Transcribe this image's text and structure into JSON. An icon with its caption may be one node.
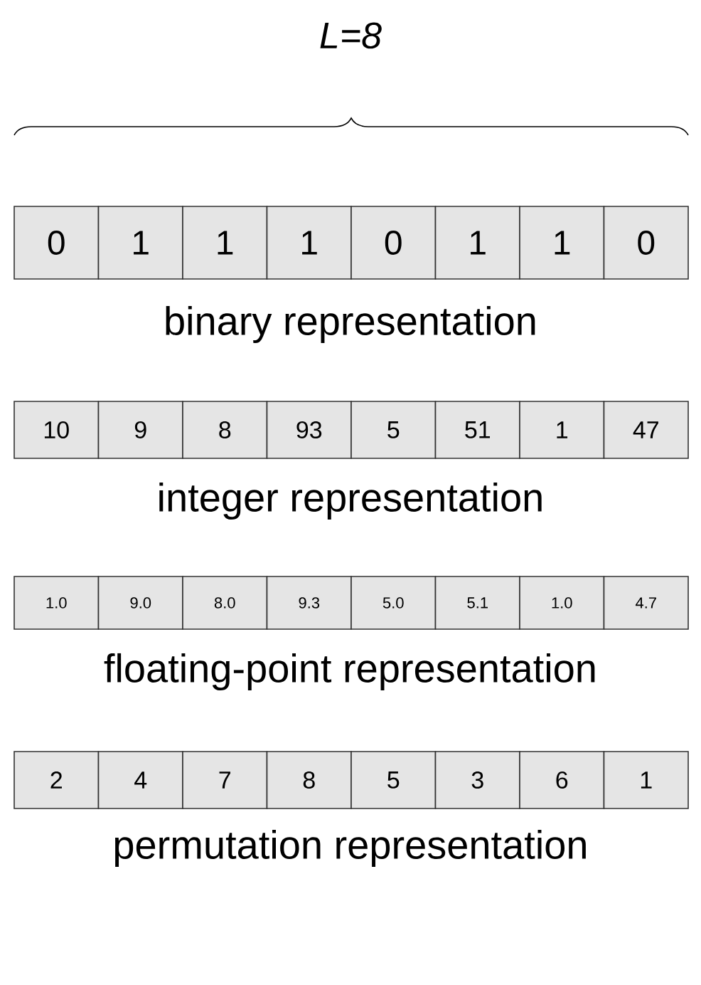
{
  "diagram": {
    "nodes": [
      {
        "text": [
          "0"
        ]
      },
      {
        "text": [
          "1"
        ]
      },
      {
        "text": [
          "1"
        ]
      },
      {
        "text": [
          "1"
        ]
      },
      {
        "text": [
          "0"
        ]
      },
      {
        "text": [
          "1"
        ]
      },
      {
        "text": [
          "1"
        ]
      },
      {
        "text": [
          "0"
        ]
      },
      {
        "text": [
          "10"
        ]
      },
      {
        "text": [
          "9"
        ]
      },
      {
        "text": [
          "8"
        ]
      },
      {
        "text": [
          "93"
        ]
      },
      {
        "text": [
          "5"
        ]
      },
      {
        "text": [
          "51"
        ]
      },
      {
        "text": [
          "1"
        ]
      },
      {
        "text": [
          "47"
        ]
      },
      {
        "text": [
          "1.0"
        ]
      },
      {
        "text": [
          "9.0"
        ]
      },
      {
        "text": [
          "8.0"
        ]
      },
      {
        "text": [
          "9.3"
        ]
      },
      {
        "text": [
          "5.0"
        ]
      },
      {
        "text": [
          "5.1"
        ]
      },
      {
        "text": [
          "1.0"
        ]
      },
      {
        "text": [
          "4.7"
        ]
      },
      {
        "text": [
          "2"
        ]
      },
      {
        "text": [
          "4"
        ]
      },
      {
        "text": [
          "7"
        ]
      },
      {
        "text": [
          "8"
        ]
      },
      {
        "text": [
          "5"
        ]
      },
      {
        "text": [
          "3"
        ]
      },
      {
        "text": [
          "6"
        ]
      },
      {
        "text": [
          "1"
        ]
      }
    ],
    "labels": [
      "L=8",
      "binary representation",
      "integer representation",
      "floating-point representation",
      "permutation representation"
    ]
  }
}
